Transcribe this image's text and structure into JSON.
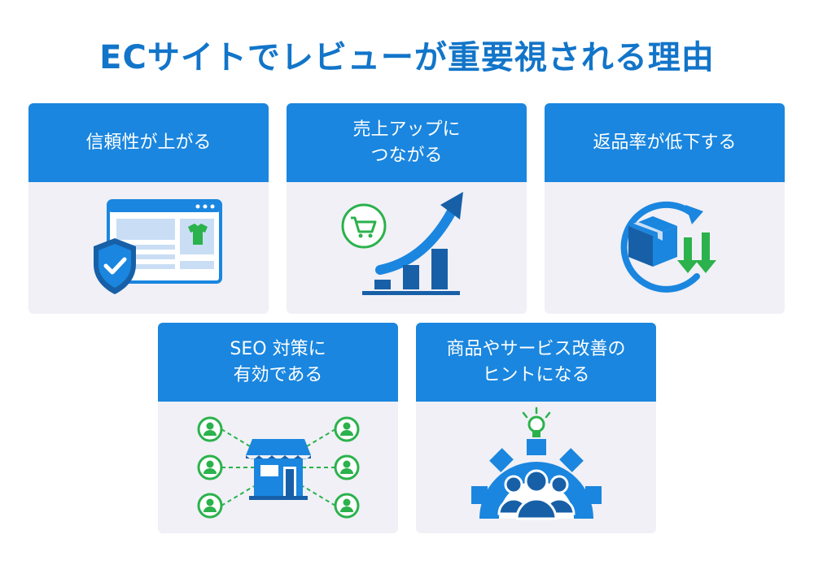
{
  "title": "ECサイトでレビューが重要視される理由",
  "colors": {
    "title": "#1275c9",
    "header": "#1a86df",
    "card_bg": "#f0f0f6",
    "icon_blue": "#1a86df",
    "icon_dark_blue": "#1760a8",
    "icon_green": "#2bb24c",
    "icon_light": "#c9def5"
  },
  "cards": [
    {
      "lines": [
        "信頼性が上がる"
      ],
      "icon": "shield-browser-icon"
    },
    {
      "lines": [
        "売上アップに",
        "つながる"
      ],
      "icon": "sales-growth-icon"
    },
    {
      "lines": [
        "返品率が低下する"
      ],
      "icon": "return-package-icon"
    },
    {
      "lines": [
        "SEO 対策に",
        "有効である"
      ],
      "icon": "store-network-icon"
    },
    {
      "lines": [
        "商品やサービス改善の",
        "ヒントになる"
      ],
      "icon": "team-idea-gear-icon"
    }
  ]
}
